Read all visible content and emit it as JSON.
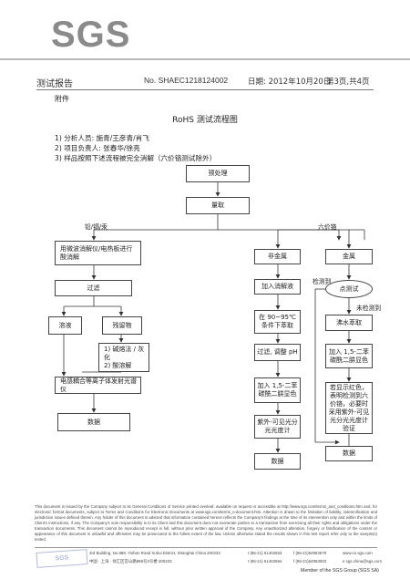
{
  "logo": "SGS",
  "header": {
    "title": "测试报告",
    "number": "No. SHAEC1218124002",
    "date": "日期: 2012年10月20日",
    "page": "第3页,共4页"
  },
  "appendix": "附件",
  "doc_title": "RoHS 测试流程图",
  "meta": [
    "1)  分析人员:  施青/王彦青/肖飞",
    "2)  项目负责人:  张春华/徐亮",
    "3)  样品按照下述流程被完全消解（六价铬测试除外）"
  ],
  "flow": {
    "pretreat": "预处理",
    "sampling": "量取",
    "branch_left": "铅/镉/汞",
    "branch_right": "六价铬",
    "digest": "用微波消解仪/电热板进行酸消解",
    "filter": "过滤",
    "solution": "溶液",
    "residue": "残留物",
    "residue_step_1": "1)  碱熔法 / 灰化",
    "residue_step_2": "2)  酸溶解",
    "icp": "电感耦合等离子体发射光谱仪",
    "data_left": "数据",
    "nonmetal": "非金属",
    "add_digest_solution": "加入消解液",
    "heat_extract": "在 90~95℃条件下萃取",
    "filter_ph": "过滤, 调整 pH",
    "dpc_left": "加入 1,5-二苯碳酰二肼显色",
    "uvvis": "紫外-可见光分光光度计",
    "data_mid": "数据",
    "metal": "金属",
    "detected": "检测到",
    "spot_test": "点测试",
    "not_detected": "未检测到",
    "boiling_extract": "沸水萃取",
    "dpc_right": "加入 1,5-二苯碳酰二肼显色",
    "red_check": "若显示红色，表明检测到六价铬，必要时采用紫外-可见光分光光度计验证",
    "data_right": "数据"
  },
  "footer": {
    "disclaimer": "This document is issued by the Company subject to its General Conditions of Service printed overleaf, available on request or accessible at http://www.sgs.com/terms_and_conditions.htm and, for electronic format documents, subject to Terms and Conditions for Electronic Documents at www.sgs.com/terms_e-document.htm. Attention is drawn to the limitation of liability, indemnification and jurisdiction issues defined therein. Any holder of this document is advised that information contained hereon reflects the Company's findings at the time of its intervention only and within the limits of Client's instructions, if any. The Company's sole responsibility is to its Client and this document does not exonerate parties to a transaction from exercising all their rights and obligations under the transaction documents. This document cannot be reproduced except in full, without prior written approval of the Company. Any unauthorized alteration, forgery or falsification of the content or appearance of this document is unlawful and offenders may be prosecuted to the fullest extent of the law. Unless otherwise stated the results shown in this test report refer only to the sample(s) tested.",
    "address_en": "3rd Building, No.889, Yishan Road Xuhui District, Shanghai China   200233",
    "address_cn": "中国 · 上海 · 徐汇区宜山路889号3号楼   200233",
    "tel_en": "t (86-21) 61402553",
    "tel_cn": "t (86-21) 61402594",
    "fax_en": "f (86-21)64953679",
    "fax_cn": "f (86-21)64953003",
    "web_en": "www.cn.sgs.com",
    "web_cn": "e sgs.china@sgs.com",
    "member": "Member of the SGS Group (SGS SA)"
  }
}
